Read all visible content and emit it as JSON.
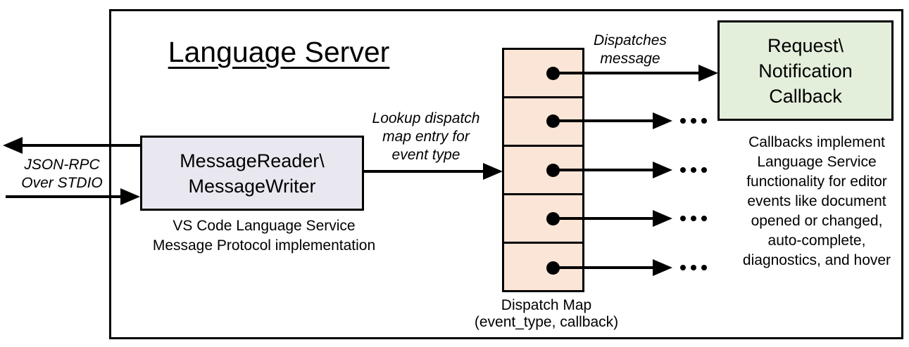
{
  "diagram": {
    "title": "Language Server",
    "io_label": "JSON-RPC\nOver STDIO",
    "reader_box_label": "MessageReader\\\nMessageWriter",
    "reader_caption": "VS Code Language Service\nMessage Protocol implementation",
    "lookup_label": "Lookup dispatch\nmap entry for\nevent type",
    "dispatches_label": "Dispatches\nmessage",
    "callback_box_label": "Request\\\nNotification\nCallback",
    "callback_caption": "Callbacks implement\nLanguage Service\nfunctionality for editor\nevents like document\nopened or changed,\nauto-complete,\ndiagnostics, and hover",
    "map_caption": "Dispatch Map\n(event_type, callback)",
    "map_rows": 5,
    "colors": {
      "reader_fill": "#e9e8f0",
      "map_fill": "#fbe5d6",
      "callback_fill": "#e4efdb",
      "line": "#000000"
    }
  }
}
